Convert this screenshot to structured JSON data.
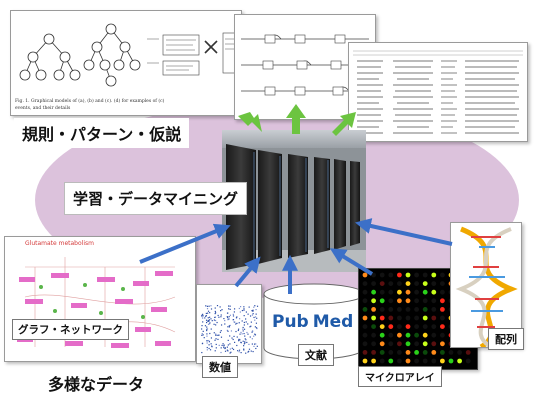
{
  "labels": {
    "rules": "規則・パターン・仮説",
    "learning": "学習・データマイニング",
    "diverse_data": "多様なデータ",
    "graph_network": "グラフ・ネットワーク",
    "numeric": "数値",
    "literature": "文献",
    "microarray": "マイクロアレイ",
    "sequence": "配列"
  },
  "paper": {
    "caption": "Fig. 1. Graphical models of (a), (b) and (c). (d) for examples of (c)",
    "caption2": "events, and their details"
  },
  "network_title": "Glutamate metabolism",
  "pubmed_logo": {
    "left": "Pub",
    "right": "Med"
  },
  "colors": {
    "ellipse": "#dcc2dc",
    "green_arrow": "#6cc440",
    "blue_arrow": "#3c70c8",
    "pubmed_blue": "#1f5aa8"
  }
}
